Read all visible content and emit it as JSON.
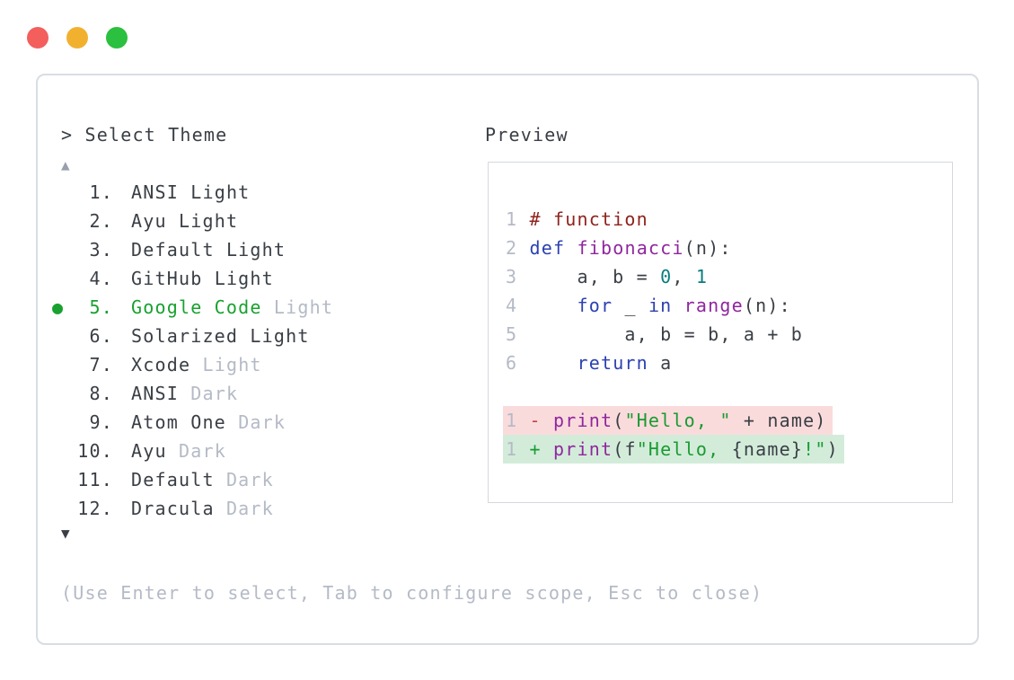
{
  "colors": {
    "text": "#3a3f45",
    "muted": "#b4bac6",
    "border": "#d9dde3",
    "accent_green": "#18a12e",
    "scroll_up_arrow": "#98a0af",
    "traffic_red": "#f35f5c",
    "traffic_yellow": "#f1b12f",
    "traffic_green": "#2bc03f",
    "diff_minus_bg": "#fadbdc",
    "diff_plus_bg": "#d3ecda",
    "syntax": {
      "keyword": "#2c41b2",
      "function": "#90269f",
      "comment": "#8f231d",
      "number": "#0a7c7f",
      "string": "#199b31",
      "plain": "#3a3f45",
      "diff_minus": "#c94040",
      "diff_plus": "#199b31"
    }
  },
  "picker": {
    "prompt": "> Select Theme",
    "scroll_up_icon": "▲",
    "scroll_down_icon": "▼",
    "selected_bullet": "●",
    "items": [
      {
        "number": "1.",
        "name": "ANSI",
        "variant": "Light",
        "variant_muted": false,
        "selected": false
      },
      {
        "number": "2.",
        "name": "Ayu",
        "variant": "Light",
        "variant_muted": false,
        "selected": false
      },
      {
        "number": "3.",
        "name": "Default",
        "variant": "Light",
        "variant_muted": false,
        "selected": false
      },
      {
        "number": "4.",
        "name": "GitHub",
        "variant": "Light",
        "variant_muted": false,
        "selected": false
      },
      {
        "number": "5.",
        "name": "Google Code",
        "variant": "Light",
        "variant_muted": true,
        "selected": true
      },
      {
        "number": "6.",
        "name": "Solarized",
        "variant": "Light",
        "variant_muted": false,
        "selected": false
      },
      {
        "number": "7.",
        "name": "Xcode",
        "variant": "Light",
        "variant_muted": true,
        "selected": false
      },
      {
        "number": "8.",
        "name": "ANSI",
        "variant": "Dark",
        "variant_muted": true,
        "selected": false
      },
      {
        "number": "9.",
        "name": "Atom One",
        "variant": "Dark",
        "variant_muted": true,
        "selected": false
      },
      {
        "number": "10.",
        "name": "Ayu",
        "variant": "Dark",
        "variant_muted": true,
        "selected": false
      },
      {
        "number": "11.",
        "name": "Default",
        "variant": "Dark",
        "variant_muted": true,
        "selected": false
      },
      {
        "number": "12.",
        "name": "Dracula",
        "variant": "Dark",
        "variant_muted": true,
        "selected": false
      }
    ],
    "hint": "(Use Enter to select, Tab to configure scope, Esc to close)"
  },
  "preview": {
    "label": "Preview",
    "code_lines": [
      {
        "ln": "1",
        "tokens": [
          {
            "c": "com",
            "t": "# function"
          }
        ]
      },
      {
        "ln": "2",
        "tokens": [
          {
            "c": "kw",
            "t": "def"
          },
          {
            "c": "pl",
            "t": " "
          },
          {
            "c": "fn",
            "t": "fibonacci"
          },
          {
            "c": "pl",
            "t": "(n):"
          }
        ]
      },
      {
        "ln": "3",
        "tokens": [
          {
            "c": "pl",
            "t": "    a, b = "
          },
          {
            "c": "numlit",
            "t": "0"
          },
          {
            "c": "pl",
            "t": ", "
          },
          {
            "c": "numlit",
            "t": "1"
          }
        ]
      },
      {
        "ln": "4",
        "tokens": [
          {
            "c": "pl",
            "t": "    "
          },
          {
            "c": "kw",
            "t": "for"
          },
          {
            "c": "pl",
            "t": " _ "
          },
          {
            "c": "kw",
            "t": "in"
          },
          {
            "c": "pl",
            "t": " "
          },
          {
            "c": "fn",
            "t": "range"
          },
          {
            "c": "pl",
            "t": "(n):"
          }
        ]
      },
      {
        "ln": "5",
        "tokens": [
          {
            "c": "pl",
            "t": "        a, b = b, a + b"
          }
        ]
      },
      {
        "ln": "6",
        "tokens": [
          {
            "c": "pl",
            "t": "    "
          },
          {
            "c": "kw",
            "t": "return"
          },
          {
            "c": "pl",
            "t": " a"
          }
        ]
      }
    ],
    "diff_lines": [
      {
        "ln": "1",
        "kind": "minus",
        "tokens": [
          {
            "c": "minus",
            "t": "- "
          },
          {
            "c": "fn",
            "t": "print"
          },
          {
            "c": "pl",
            "t": "("
          },
          {
            "c": "str",
            "t": "\"Hello, \""
          },
          {
            "c": "pl",
            "t": " + name)"
          }
        ]
      },
      {
        "ln": "1",
        "kind": "plus",
        "tokens": [
          {
            "c": "plus",
            "t": "+ "
          },
          {
            "c": "fn",
            "t": "print"
          },
          {
            "c": "pl",
            "t": "(f"
          },
          {
            "c": "str",
            "t": "\"Hello, "
          },
          {
            "c": "pl",
            "t": "{name}"
          },
          {
            "c": "str",
            "t": "!\""
          },
          {
            "c": "pl",
            "t": ")"
          }
        ]
      }
    ]
  }
}
